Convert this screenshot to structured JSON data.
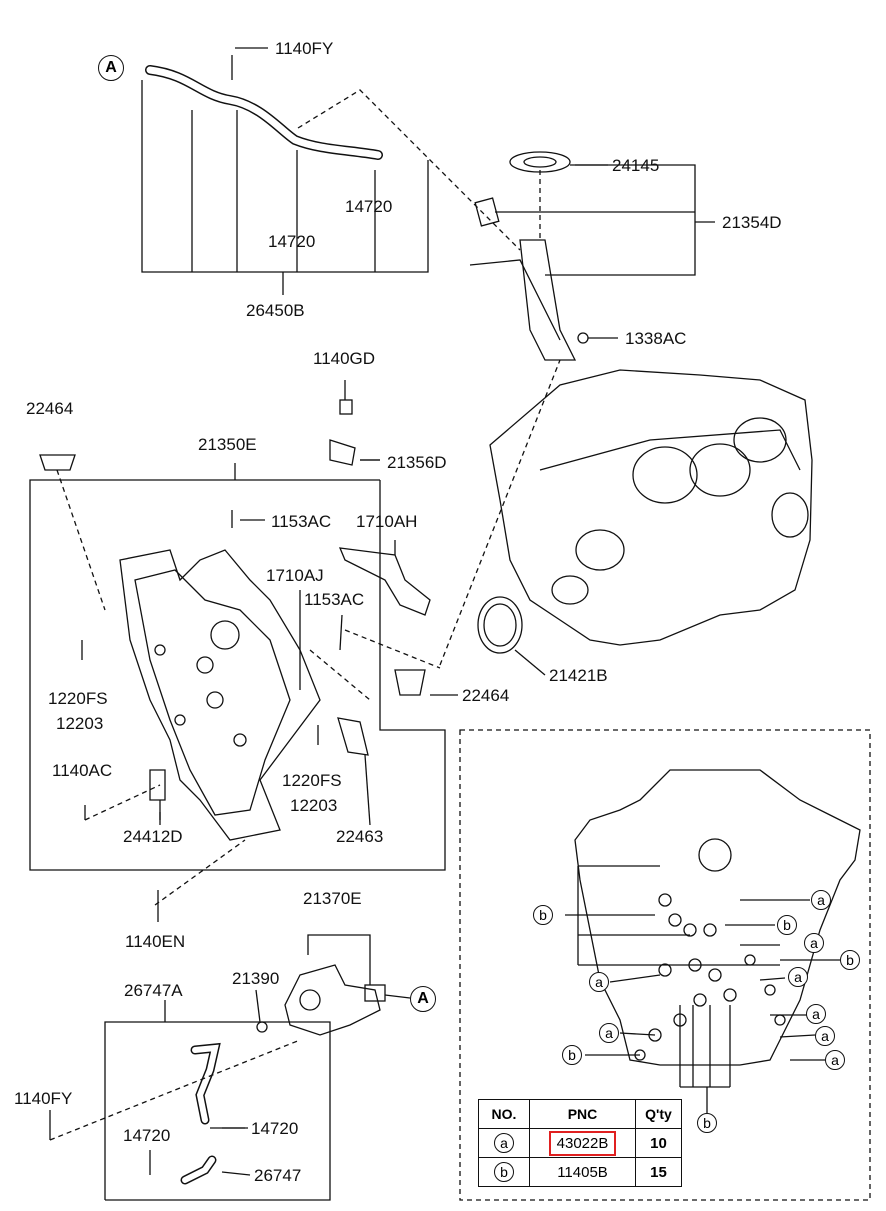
{
  "labels": {
    "l1140FY_top": "1140FY",
    "l14720_a": "14720",
    "l14720_b": "14720",
    "l26450B": "26450B",
    "l24145": "24145",
    "l21354D": "21354D",
    "l1338AC": "1338AC",
    "l1140GD": "1140GD",
    "l22464_a": "22464",
    "l21350E": "21350E",
    "l21356D": "21356D",
    "l1153AC_a": "1153AC",
    "l1710AH": "1710AH",
    "l1710AJ": "1710AJ",
    "l1153AC_b": "1153AC",
    "l1220FS_a": "1220FS",
    "l12203_a": "12203",
    "l22464_b": "22464",
    "l21421B": "21421B",
    "l1140AC": "1140AC",
    "l1220FS_b": "1220FS",
    "l12203_b": "12203",
    "l24412D": "24412D",
    "l22463": "22463",
    "l1140EN": "1140EN",
    "l21370E": "21370E",
    "l26747A": "26747A",
    "l21390": "21390",
    "l1140FY_bot": "1140FY",
    "l14720_c": "14720",
    "l14720_d": "14720",
    "l26747": "26747"
  },
  "callouts": {
    "A": "A",
    "a": "a",
    "b": "b"
  },
  "table": {
    "headers": [
      "NO.",
      "PNC",
      "Q'ty"
    ],
    "rows": [
      {
        "no": "a",
        "pnc": "43022B",
        "qty": "10"
      },
      {
        "no": "b",
        "pnc": "11405B",
        "qty": "15"
      }
    ]
  },
  "colors": {
    "line": "#111111",
    "highlight": "#e02020"
  }
}
